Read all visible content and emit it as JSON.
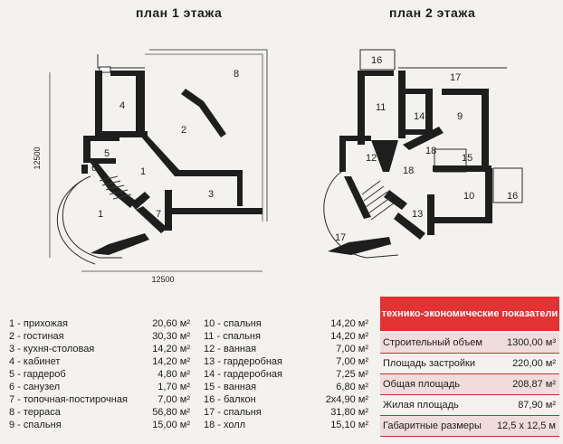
{
  "titles": {
    "floor1": "план  1  этажа",
    "floor2": "план  2  этажа"
  },
  "dimensions": {
    "vertical": "12500",
    "horizontal": "12500"
  },
  "floor1_labels": [
    "1",
    "2",
    "3",
    "4",
    "5",
    "6",
    "1",
    "7",
    "8"
  ],
  "floor2_labels": [
    "16",
    "17",
    "11",
    "14",
    "9",
    "12",
    "18",
    "15",
    "18",
    "10",
    "16",
    "13",
    "17"
  ],
  "rooms_left": [
    {
      "name": "1 - прихожая",
      "area": "20,60 м²"
    },
    {
      "name": "2 - гостиная",
      "area": "30,30 м²"
    },
    {
      "name": "3 - кухня-столовая",
      "area": "14,20 м²"
    },
    {
      "name": "4 - кабинет",
      "area": "14,20 м²"
    },
    {
      "name": "5 - гардероб",
      "area": "4,80 м²"
    },
    {
      "name": "6 - санузел",
      "area": "1,70 м²"
    },
    {
      "name": "7 - топочная-постирочная",
      "area": "7,00 м²"
    },
    {
      "name": "8 - терраса",
      "area": "56,80 м²"
    },
    {
      "name": "9 - спальня",
      "area": "15,00 м²"
    }
  ],
  "rooms_right": [
    {
      "name": "10 - спальня",
      "area": "14,20 м²"
    },
    {
      "name": "11 - спальня",
      "area": "14,20 м²"
    },
    {
      "name": "12 - ванная",
      "area": "7,00 м²"
    },
    {
      "name": "13 - гардеробная",
      "area": "7,00 м²"
    },
    {
      "name": "14 - гардеробная",
      "area": "7,25 м²"
    },
    {
      "name": "15 - ванная",
      "area": "6,80 м²"
    },
    {
      "name": "16 - балкон",
      "area": "2x4,90 м²"
    },
    {
      "name": "17 - спальня",
      "area": "31,80 м²"
    },
    {
      "name": "18 - холл",
      "area": "15,10 м²"
    }
  ],
  "tech": {
    "header": "технико-экономические показатели",
    "rows": [
      {
        "label": "Строительный объем",
        "value": "1300,00 м³"
      },
      {
        "label": "Площадь застройки",
        "value": "220,00 м²"
      },
      {
        "label": "Общая площадь",
        "value": "208,87 м²"
      },
      {
        "label": "Жилая площадь",
        "value": "87,90 м²"
      },
      {
        "label": "Габаритные размеры",
        "value": "12,5  x  12,5 м"
      }
    ]
  }
}
